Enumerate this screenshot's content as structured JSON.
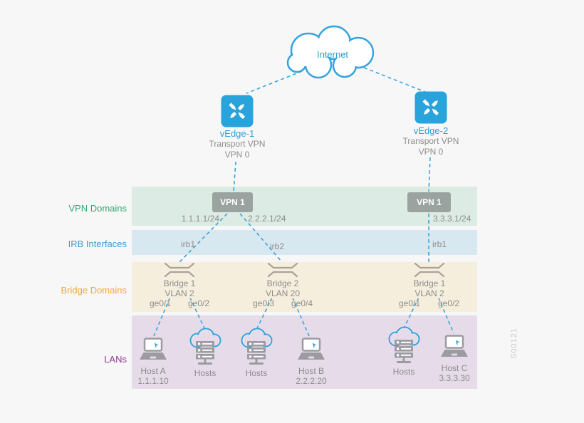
{
  "colors": {
    "background": "#f7f7f8",
    "accent_blue": "#35a3dc",
    "band_vpn": "#dcebe3",
    "band_irb": "#d8e8f1",
    "band_bridge": "#f6eedd",
    "band_lan": "#e6dce9",
    "label_green": "#31a86e",
    "label_blue": "#3d9ad1",
    "label_orange": "#f2a83d",
    "label_purple": "#8e3a92",
    "gray_text": "#8c8c8c",
    "vpn_box_gray": "#9aa3a0",
    "icon_gray": "#9b9ba1"
  },
  "icons": {
    "internet": "cloud",
    "vedge": "router-crossed-arrows",
    "bridge": "bridge-brackets",
    "host_single": "laptop",
    "host_group": "server-with-cloud"
  },
  "internet": {
    "label": "Internet"
  },
  "vedges": [
    {
      "name": "vEdge-1",
      "desc1": "Transport VPN",
      "desc2": "VPN 0"
    },
    {
      "name": "vEdge-2",
      "desc1": "Transport VPN",
      "desc2": "VPN 0"
    }
  ],
  "bands": {
    "vpn": {
      "label": "VPN Domains"
    },
    "irb": {
      "label": "IRB Interfaces"
    },
    "bridge": {
      "label": "Bridge Domains"
    },
    "lan": {
      "label": "LANs"
    }
  },
  "vpn_boxes": [
    {
      "label": "VPN 1"
    },
    {
      "label": "VPN 1"
    }
  ],
  "subnets": [
    {
      "label": "1.1.1.1/24"
    },
    {
      "label": "2.2.2.1/24"
    },
    {
      "label": "3.3.3.1/24"
    }
  ],
  "irbs": [
    {
      "label": "irb1"
    },
    {
      "label": "irb2"
    },
    {
      "label": "irb1"
    }
  ],
  "bridges": [
    {
      "name": "Bridge 1",
      "vlan": "VLAN 2",
      "port_left": "ge0/1",
      "port_right": "ge0/2"
    },
    {
      "name": "Bridge 2",
      "vlan": "VLAN 20",
      "port_left": "ge0/3",
      "port_right": "ge0/4"
    },
    {
      "name": "Bridge 1",
      "vlan": "VLAN 2",
      "port_left": "ge0/1",
      "port_right": "ge0/2"
    }
  ],
  "hosts": [
    {
      "label": "Host A",
      "address": "1.1.1.10"
    },
    {
      "label": "Hosts"
    },
    {
      "label": "Hosts"
    },
    {
      "label": "Host B",
      "address": "2.2.2.20"
    },
    {
      "label": "Hosts"
    },
    {
      "label": "Host C",
      "address": "3.3.3.30"
    }
  ],
  "watermark": "S00121"
}
